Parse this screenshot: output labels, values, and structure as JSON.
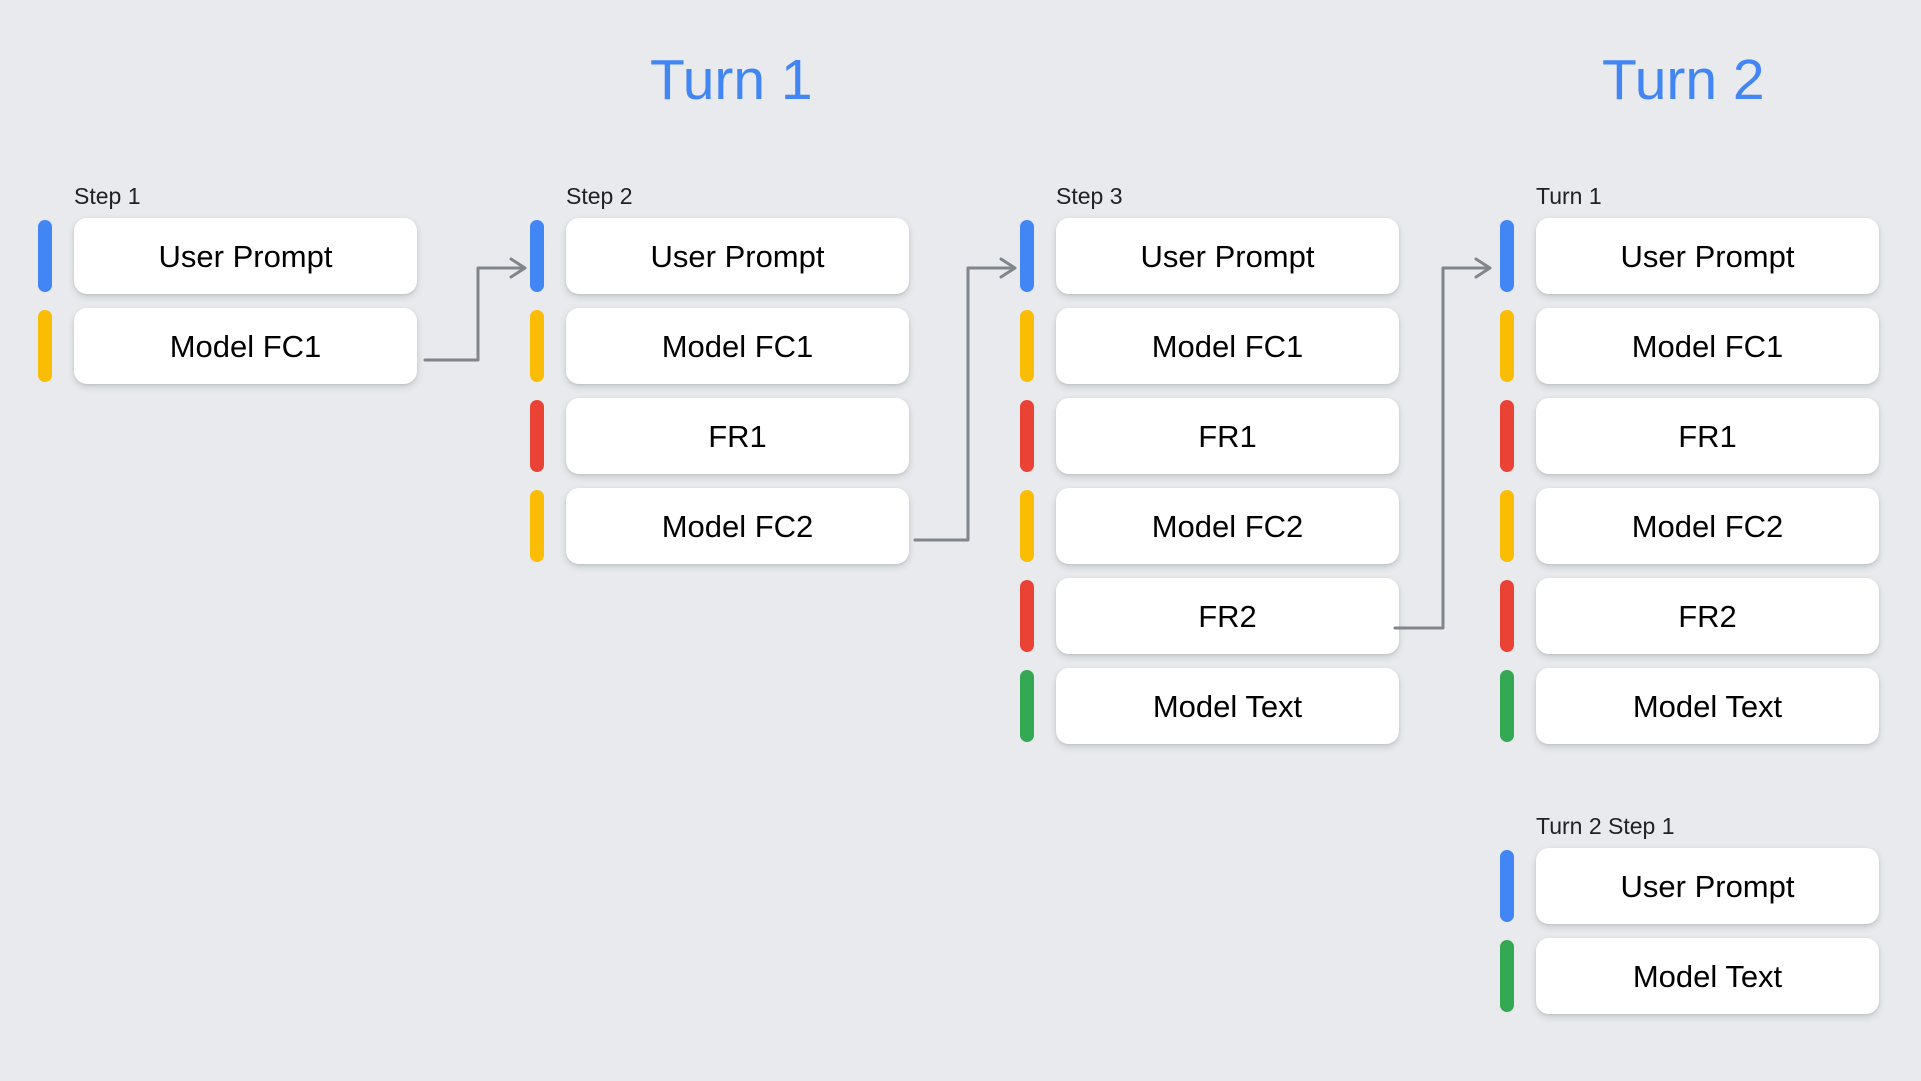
{
  "background_color": "#E8EAED",
  "palette": {
    "blue": "#4285F4",
    "yellow": "#FBBC04",
    "red": "#EA4335",
    "green": "#34A853",
    "connector_gray": "#80868B",
    "card_white": "#FFFFFF",
    "label_text": "#202124"
  },
  "titles": [
    {
      "text": "Turn 1",
      "color": "#4285F4"
    },
    {
      "text": "Turn 2",
      "color": "#4285F4"
    }
  ],
  "columns": [
    {
      "label": "Step 1",
      "rows": [
        {
          "color": "blue",
          "label": "User Prompt"
        },
        {
          "color": "yellow",
          "label": "Model FC1"
        }
      ]
    },
    {
      "label": "Step 2",
      "rows": [
        {
          "color": "blue",
          "label": "User Prompt"
        },
        {
          "color": "yellow",
          "label": "Model FC1"
        },
        {
          "color": "red",
          "label": "FR1"
        },
        {
          "color": "yellow",
          "label": "Model FC2"
        }
      ]
    },
    {
      "label": "Step 3",
      "rows": [
        {
          "color": "blue",
          "label": "User Prompt"
        },
        {
          "color": "yellow",
          "label": "Model FC1"
        },
        {
          "color": "red",
          "label": "FR1"
        },
        {
          "color": "yellow",
          "label": "Model FC2"
        },
        {
          "color": "red",
          "label": "FR2"
        },
        {
          "color": "green",
          "label": "Model Text"
        }
      ]
    },
    {
      "label": "Turn 1",
      "rows": [
        {
          "color": "blue",
          "label": "User Prompt"
        },
        {
          "color": "yellow",
          "label": "Model FC1"
        },
        {
          "color": "red",
          "label": "FR1"
        },
        {
          "color": "yellow",
          "label": "Model FC2"
        },
        {
          "color": "red",
          "label": "FR2"
        },
        {
          "color": "green",
          "label": "Model Text"
        }
      ]
    },
    {
      "label": "Turn 2 Step 1",
      "rows": [
        {
          "color": "blue",
          "label": "User Prompt"
        },
        {
          "color": "green",
          "label": "Model Text"
        }
      ]
    }
  ],
  "connectors": [
    {
      "name": "step1-to-step2",
      "from": "Model FC1 (Step 1)",
      "to": "Step 2"
    },
    {
      "name": "step2-to-step3",
      "from": "Model FC2 (Step 2)",
      "to": "Step 3"
    },
    {
      "name": "step3-to-turn2",
      "from": "FR2 (Step 3)",
      "to": "Turn 1 (Turn 2)"
    }
  ]
}
